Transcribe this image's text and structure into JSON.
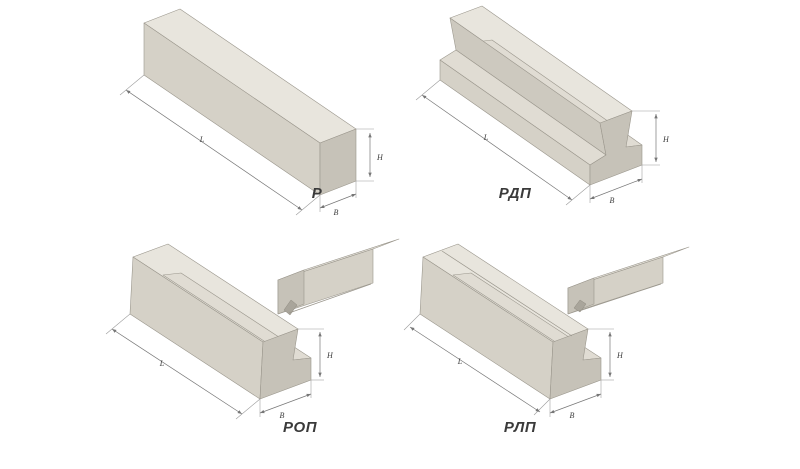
{
  "figures": [
    {
      "caption": "Р",
      "dims": {
        "length": "L",
        "height": "H",
        "width": "B"
      }
    },
    {
      "caption": "РДП",
      "dims": {
        "length": "L",
        "height": "H",
        "width": "B"
      }
    },
    {
      "caption": "РОП",
      "dims": {
        "length": "L",
        "height": "H",
        "width": "B"
      }
    },
    {
      "caption": "РЛП",
      "dims": {
        "length": "L",
        "height": "H",
        "width": "B"
      }
    }
  ],
  "colors": {
    "background": "#ffffff",
    "face_top": "#e8e5dd",
    "face_side": "#d5d1c7",
    "face_end": "#c6c2b8",
    "outline": "#9a968c",
    "dimension": "#777777",
    "label_text": "#3c3c3c",
    "caption_text": "#3a3a3a"
  }
}
